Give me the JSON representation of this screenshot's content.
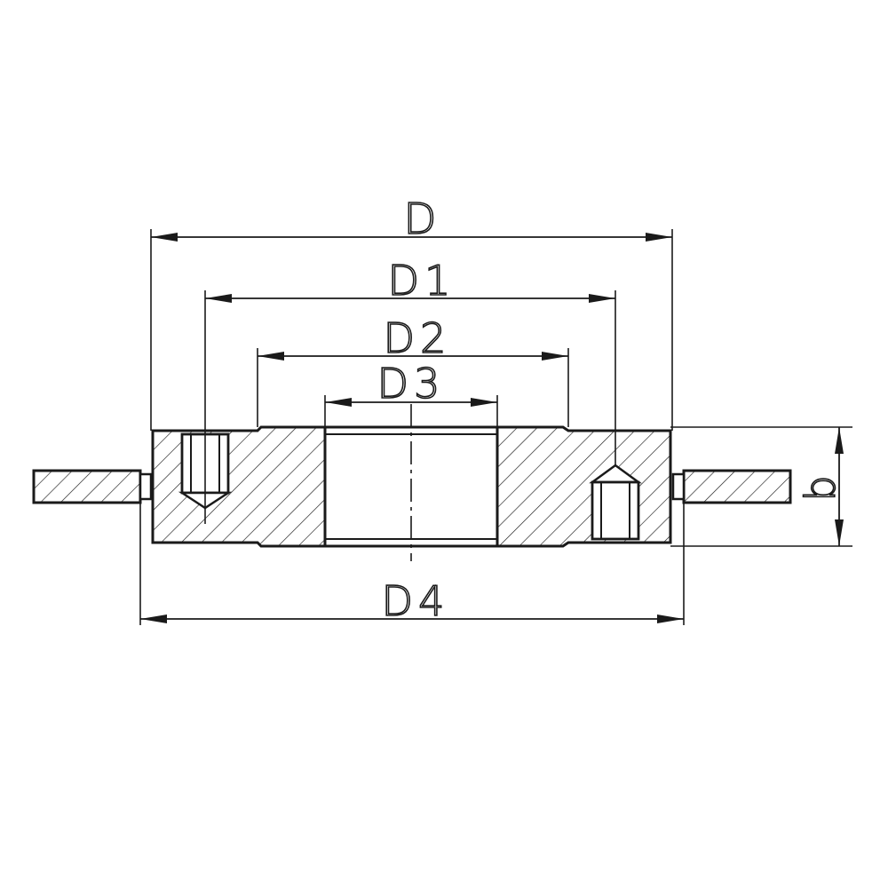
{
  "dimensions": {
    "D": "D",
    "D1": "D1",
    "D2": "D2",
    "D3": "D3",
    "D4": "D4",
    "b": "b"
  },
  "colors": {
    "ink": "#1a1a1a",
    "background": "#ffffff"
  }
}
